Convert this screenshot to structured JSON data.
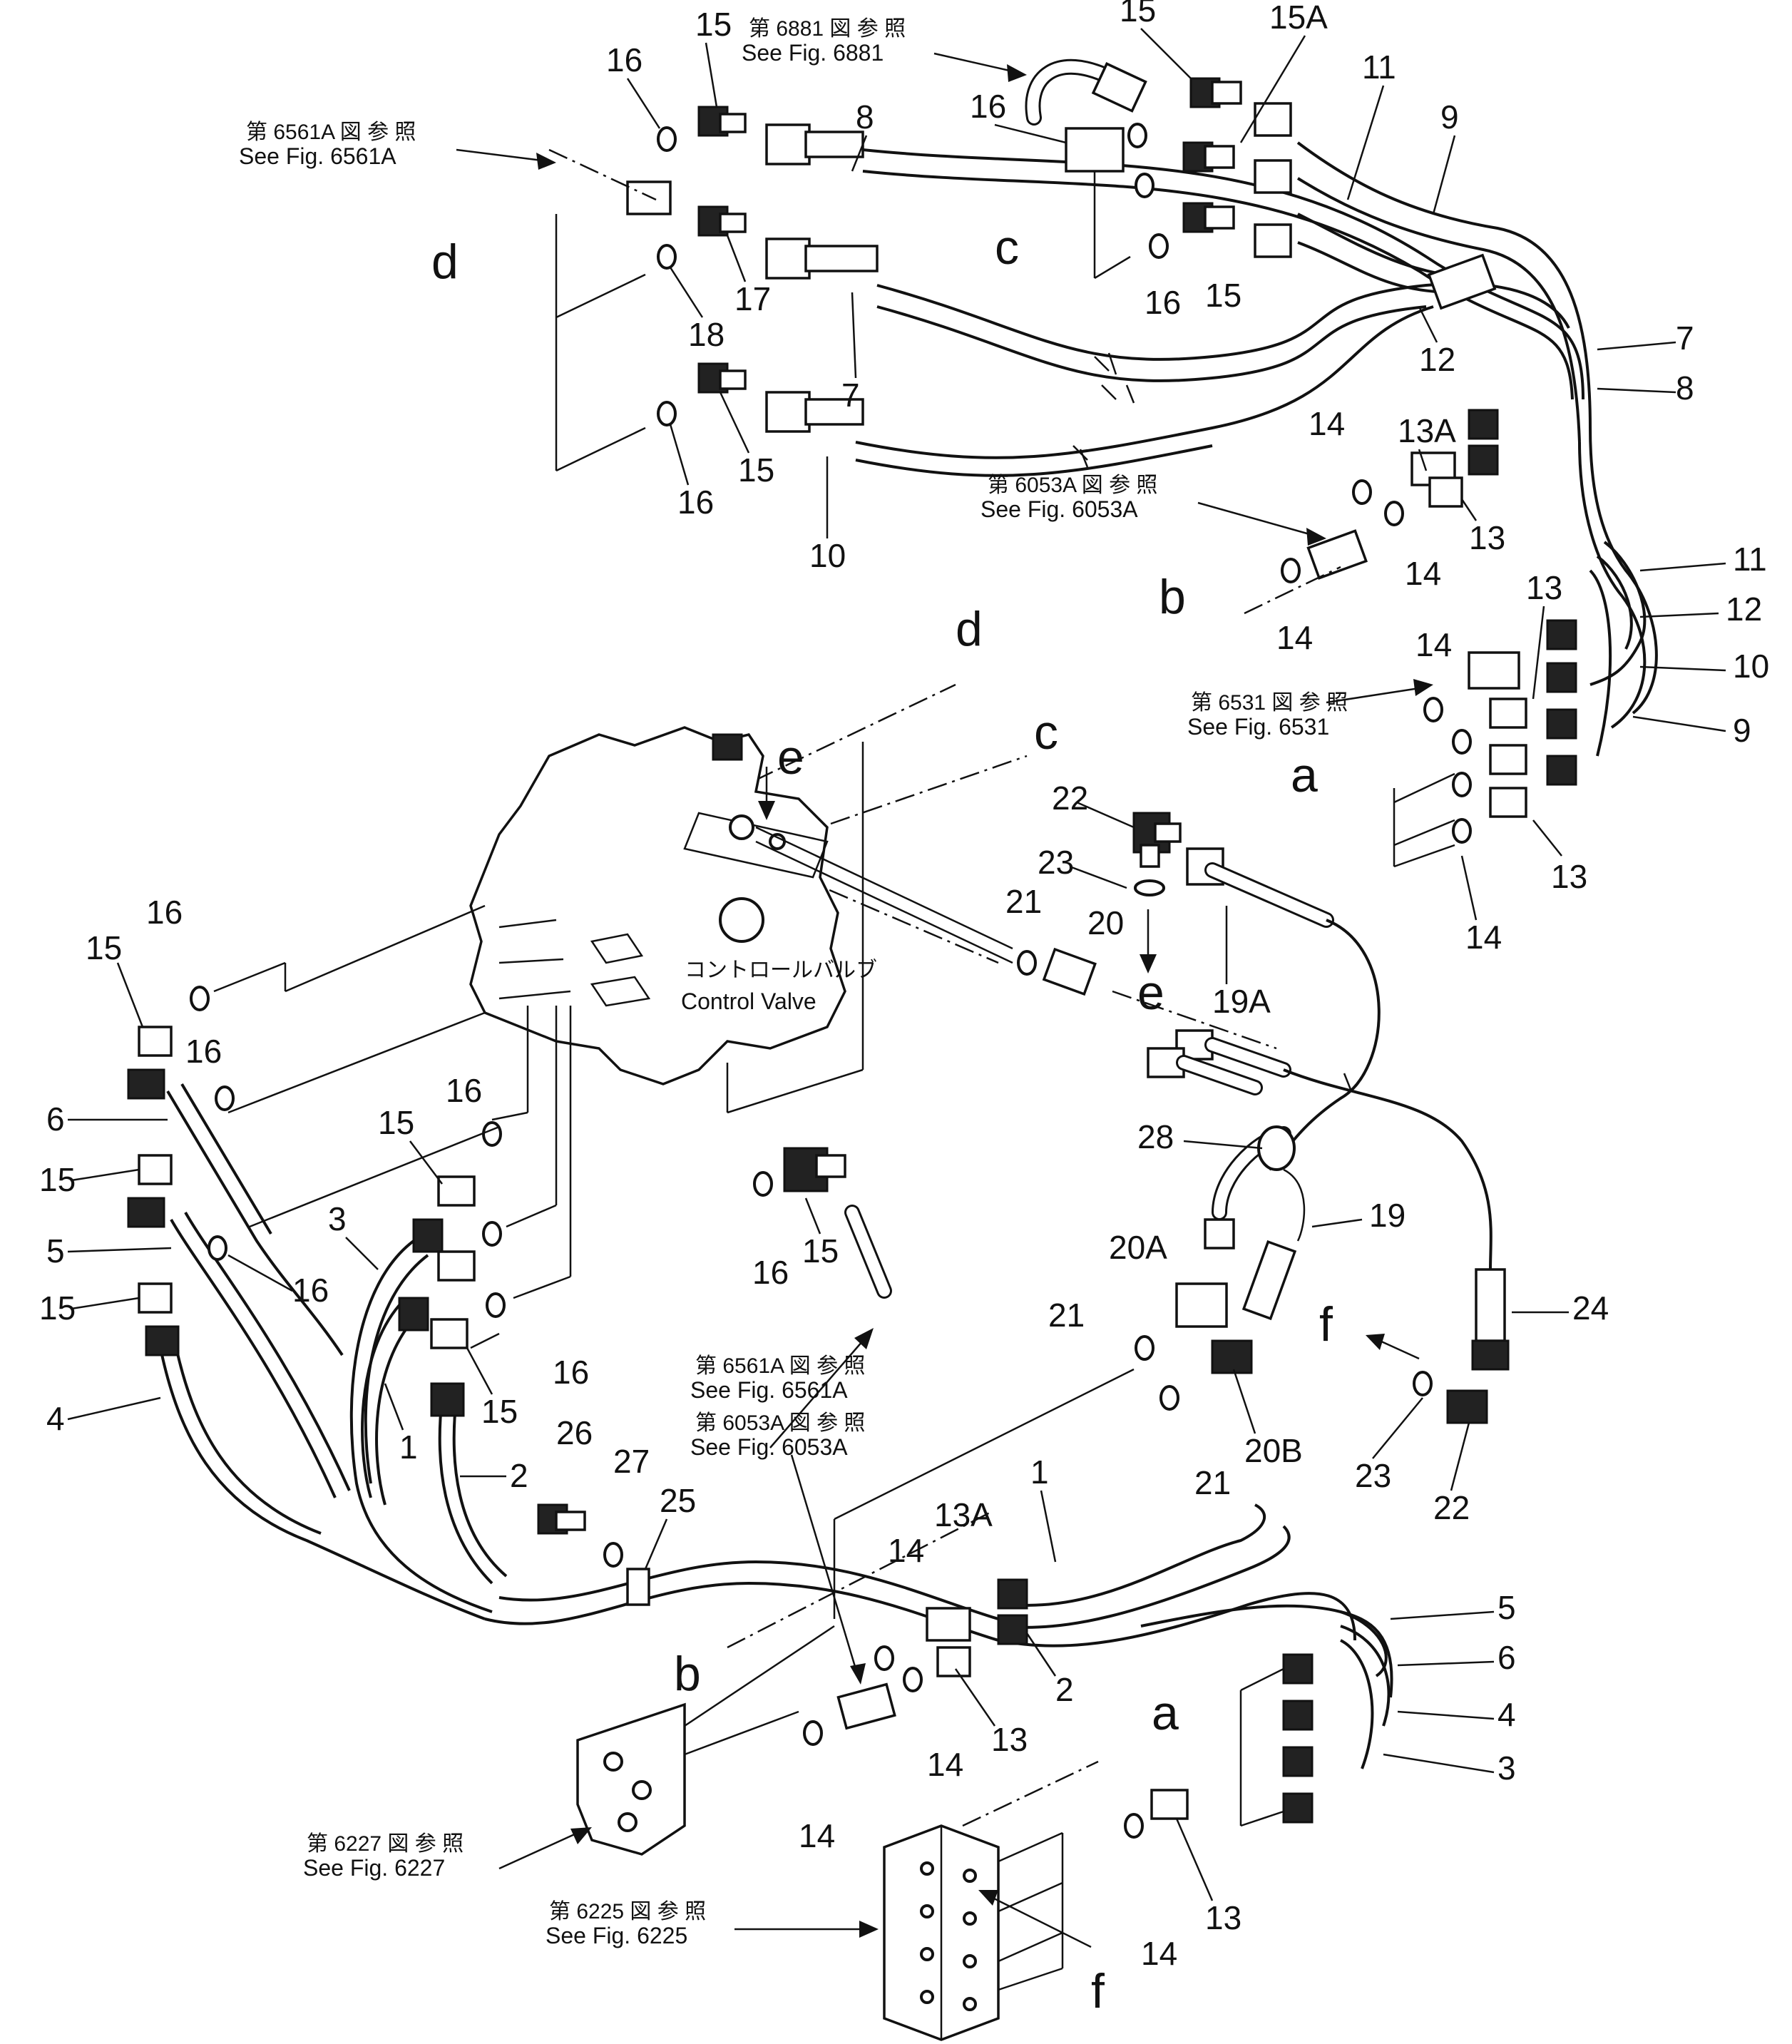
{
  "callouts": [
    {
      "id": "c15a",
      "text": "15"
    },
    {
      "id": "c16a",
      "text": "16"
    },
    {
      "id": "c8a",
      "text": "8"
    },
    {
      "id": "c17",
      "text": "17"
    },
    {
      "id": "c18",
      "text": "18"
    },
    {
      "id": "c7a",
      "text": "7"
    },
    {
      "id": "c15b",
      "text": "15"
    },
    {
      "id": "c16b",
      "text": "16"
    },
    {
      "id": "c10a",
      "text": "10"
    },
    {
      "id": "c16c",
      "text": "16"
    },
    {
      "id": "c15c",
      "text": "15"
    },
    {
      "id": "c15A",
      "text": "15A"
    },
    {
      "id": "c16d",
      "text": "16"
    },
    {
      "id": "c15d",
      "text": "15"
    },
    {
      "id": "c11a",
      "text": "11"
    },
    {
      "id": "c9a",
      "text": "9"
    },
    {
      "id": "c12a",
      "text": "12"
    },
    {
      "id": "c7b",
      "text": "7"
    },
    {
      "id": "c8b",
      "text": "8"
    },
    {
      "id": "c13Aa",
      "text": "13A"
    },
    {
      "id": "c14a",
      "text": "14"
    },
    {
      "id": "c13a",
      "text": "13"
    },
    {
      "id": "c14b",
      "text": "14"
    },
    {
      "id": "c14c",
      "text": "14"
    },
    {
      "id": "c11b",
      "text": "11"
    },
    {
      "id": "c12b",
      "text": "12"
    },
    {
      "id": "c10b",
      "text": "10"
    },
    {
      "id": "c9b",
      "text": "9"
    },
    {
      "id": "c13b",
      "text": "13"
    },
    {
      "id": "c14d",
      "text": "14"
    },
    {
      "id": "c13c",
      "text": "13"
    },
    {
      "id": "c14e",
      "text": "14"
    },
    {
      "id": "c22a",
      "text": "22"
    },
    {
      "id": "c23a",
      "text": "23"
    },
    {
      "id": "c21a",
      "text": "21"
    },
    {
      "id": "c20",
      "text": "20"
    },
    {
      "id": "c19A",
      "text": "19A"
    },
    {
      "id": "c28",
      "text": "28"
    },
    {
      "id": "c19",
      "text": "19"
    },
    {
      "id": "c20A",
      "text": "20A"
    },
    {
      "id": "c21b",
      "text": "21"
    },
    {
      "id": "c21c",
      "text": "21"
    },
    {
      "id": "c20B",
      "text": "20B"
    },
    {
      "id": "c24",
      "text": "24"
    },
    {
      "id": "c23b",
      "text": "23"
    },
    {
      "id": "c22b",
      "text": "22"
    },
    {
      "id": "c15e",
      "text": "15"
    },
    {
      "id": "c16e",
      "text": "16"
    },
    {
      "id": "c16f",
      "text": "16"
    },
    {
      "id": "c6a",
      "text": "6"
    },
    {
      "id": "c15f",
      "text": "15"
    },
    {
      "id": "c5a",
      "text": "5"
    },
    {
      "id": "c15g",
      "text": "15"
    },
    {
      "id": "c16g",
      "text": "16"
    },
    {
      "id": "c4a",
      "text": "4"
    },
    {
      "id": "c3a",
      "text": "3"
    },
    {
      "id": "c1a",
      "text": "1"
    },
    {
      "id": "c15h",
      "text": "15"
    },
    {
      "id": "c16h",
      "text": "16"
    },
    {
      "id": "c15i",
      "text": "15"
    },
    {
      "id": "c16i",
      "text": "16"
    },
    {
      "id": "c2a",
      "text": "2"
    },
    {
      "id": "c16j",
      "text": "16"
    },
    {
      "id": "c15j",
      "text": "15"
    },
    {
      "id": "c26",
      "text": "26"
    },
    {
      "id": "c27",
      "text": "27"
    },
    {
      "id": "c25",
      "text": "25"
    },
    {
      "id": "c1b",
      "text": "1"
    },
    {
      "id": "c14f",
      "text": "14"
    },
    {
      "id": "c13Ab",
      "text": "13A"
    },
    {
      "id": "c2b",
      "text": "2"
    },
    {
      "id": "c13d",
      "text": "13"
    },
    {
      "id": "c14g",
      "text": "14"
    },
    {
      "id": "c14h",
      "text": "14"
    },
    {
      "id": "c5b",
      "text": "5"
    },
    {
      "id": "c6b",
      "text": "6"
    },
    {
      "id": "c4b",
      "text": "4"
    },
    {
      "id": "c3b",
      "text": "3"
    },
    {
      "id": "c14i",
      "text": "14"
    },
    {
      "id": "c13e",
      "text": "13"
    }
  ],
  "letters": {
    "d_top": "d",
    "c_top": "c",
    "b_top": "b",
    "a_top": "a",
    "d_valve": "d",
    "c_valve": "c",
    "e_valve": "e",
    "e_mid": "e",
    "f_right": "f",
    "b_bottom": "b",
    "a_bottom": "a",
    "f_bottom": "f"
  },
  "refs": {
    "r6881_jp": "第 6881 図 参 照",
    "r6881_en": "See Fig. 6881",
    "r6561Aa_jp": "第 6561A 図 参 照",
    "r6561Aa_en": "See Fig. 6561A",
    "r6053Aa_jp": "第 6053A 図 参 照",
    "r6053Aa_en": "See Fig. 6053A",
    "r6531_jp": "第 6531 図 参 照",
    "r6531_en": "See Fig. 6531",
    "r6561Ab_jp": "第 6561A 図 参 照",
    "r6561Ab_en": "See Fig. 6561A",
    "r6053Ab_jp": "第 6053A 図 参 照",
    "r6053Ab_en": "See Fig. 6053A",
    "r6227_jp": "第 6227 図 参 照",
    "r6227_en": "See Fig. 6227",
    "r6225_jp": "第 6225 図 参 照",
    "r6225_en": "See  Fig. 6225"
  },
  "valve_label": {
    "jp": "コントロールバルブ",
    "en": "Control  Valve"
  }
}
